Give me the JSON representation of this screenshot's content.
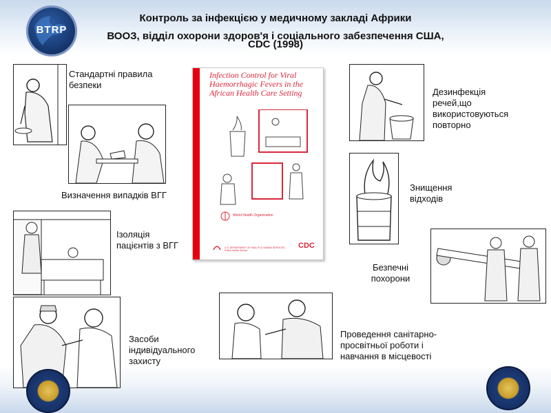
{
  "header": {
    "logo_text": "BTRP",
    "title_line1": "Контроль за інфекцією у медичному закладі Африки",
    "title_line2": "ВООЗ, відділ охорони здоров'я і соціального забезпечення США,",
    "title_line3": "CDC (1998)"
  },
  "book": {
    "title": "Infection Control for Viral Haemorrhagic Fevers in the African Health Care Setting",
    "org": "World Health Organization",
    "dept": "U.S. DEPARTMENT OF HEALTH & HUMAN SERVICES Public Health Service",
    "cdc": "CDC"
  },
  "labels": {
    "standard": "Стандартні правила безпеки",
    "cases": "Визначення випадків ВГГ",
    "isolation": "Ізоляція пацієнтів з ВГГ",
    "ppe": "Засоби індивідуального захисту",
    "disinfection": "Дезинфекція речей,що використовуються повторно",
    "waste": "Знищення відходів",
    "burial": "Безпечні похорони",
    "education": "Проведення санітарно-просвітньої роботи і навчання в місцевості"
  },
  "icons": {
    "logo": "btrp-globe-logo",
    "seal_left": "department-of-defense-seal",
    "seal_right": "defense-threat-reduction-agency-seal"
  },
  "colors": {
    "accent_red": "#e60012",
    "band_blue": "#c9d9ec"
  }
}
